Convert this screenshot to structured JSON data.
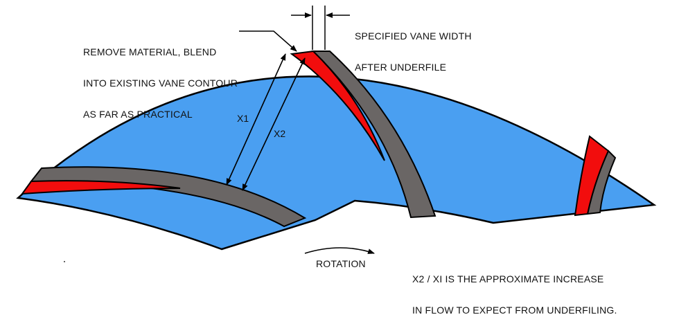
{
  "annotations": {
    "remove_material": [
      "REMOVE MATERIAL, BLEND",
      "INTO EXISTING VANE CONTOUR",
      "AS FAR AS PRACTICAL"
    ],
    "specified_width": [
      "SPECIFIED VANE WIDTH",
      "AFTER UNDERFILE"
    ],
    "dimension_x1": "X1",
    "dimension_x2": "X2",
    "rotation": "ROTATION",
    "note": [
      "X2 / XI IS THE APPROXIMATE INCREASE",
      "IN FLOW TO EXPECT FROM UNDERFILING."
    ]
  },
  "colors": {
    "impeller_blue": "#4a9ff1",
    "vane_gray": "#6a6665",
    "underfile_red": "#f20d0d",
    "outline": "#000000"
  }
}
